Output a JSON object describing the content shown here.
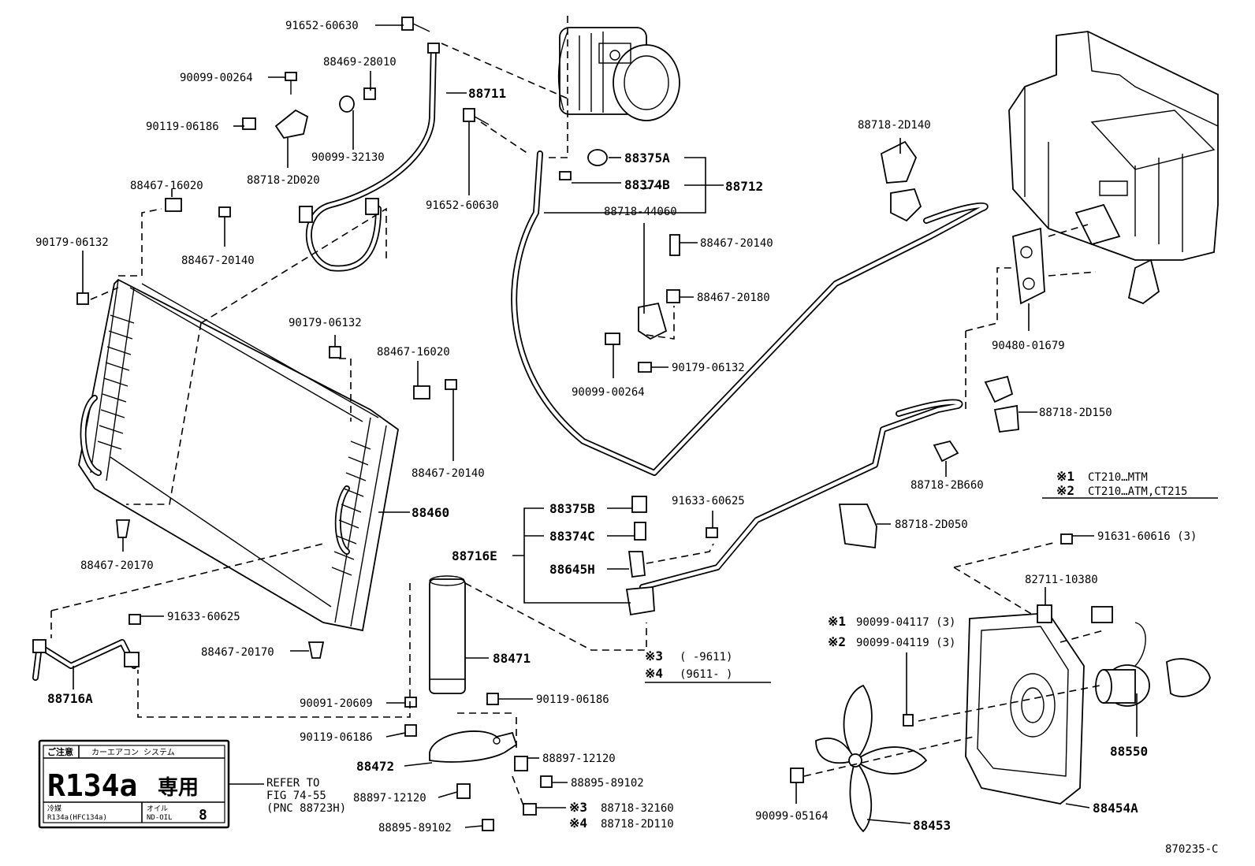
{
  "labels": [
    "91652-60630",
    "88711",
    "90099-00264",
    "88469-28010",
    "90119-06186",
    "90099-32130",
    "88718-2D020",
    "91652-60630",
    "88375A",
    "88374B",
    "88712",
    "88718-2D140",
    "88718-44060",
    "88467-20140",
    "88467-20180",
    "90179-06132",
    "90099-00264",
    "90480-01679",
    "88718-2D150",
    "88467-16020",
    "90179-06132",
    "88467-20140",
    "90179-06132",
    "88467-16020",
    "88467-20140",
    "88460",
    "88467-20170",
    "88467-20170",
    "91633-60625",
    "88716A",
    "88375B",
    "88374C",
    "88716E",
    "88645H",
    "91633-60625",
    "88471",
    "88718-2B660",
    "88718-2D050",
    "91631-60616 (3)",
    "82711-10380",
    "90091-20609",
    "90119-06186",
    "90119-06186",
    "88472",
    "88897-12120",
    "88897-12120",
    "88895-89102",
    "88895-89102",
    "88718-32160",
    "88718-2D110",
    "88550",
    "88453",
    "88454A",
    "90099-05164",
    "870235-C"
  ],
  "notes": {
    "n1_mark": "※1",
    "n1_text": "CT210…MTM",
    "n2_mark": "※2",
    "n2_text": "CT210…ATM,CT215",
    "n3_mark": "※3",
    "n3_text": "(      -9611)",
    "n4_mark": "※4",
    "n4_text": "(9611-      )",
    "s1_mark": "※1",
    "s1_text": "90099-04117 (3)",
    "s2_mark": "※2",
    "s2_text": "90099-04119 (3)",
    "s3_mark": "※3",
    "s4_mark": "※4"
  },
  "caution_label": {
    "header": "ご注意",
    "header_right": "カーエアコン システム",
    "big": "R134a",
    "kanji": "専用",
    "refrigerant_label": "冷媒",
    "refrigerant": "R134a(HFC134a)",
    "oil_label": "オイル",
    "oil": "ND-OIL",
    "oil_number": "8"
  },
  "refer": {
    "line1": "REFER TO",
    "line2": "FIG 74-55",
    "line3": "(PNC 88723H)"
  }
}
